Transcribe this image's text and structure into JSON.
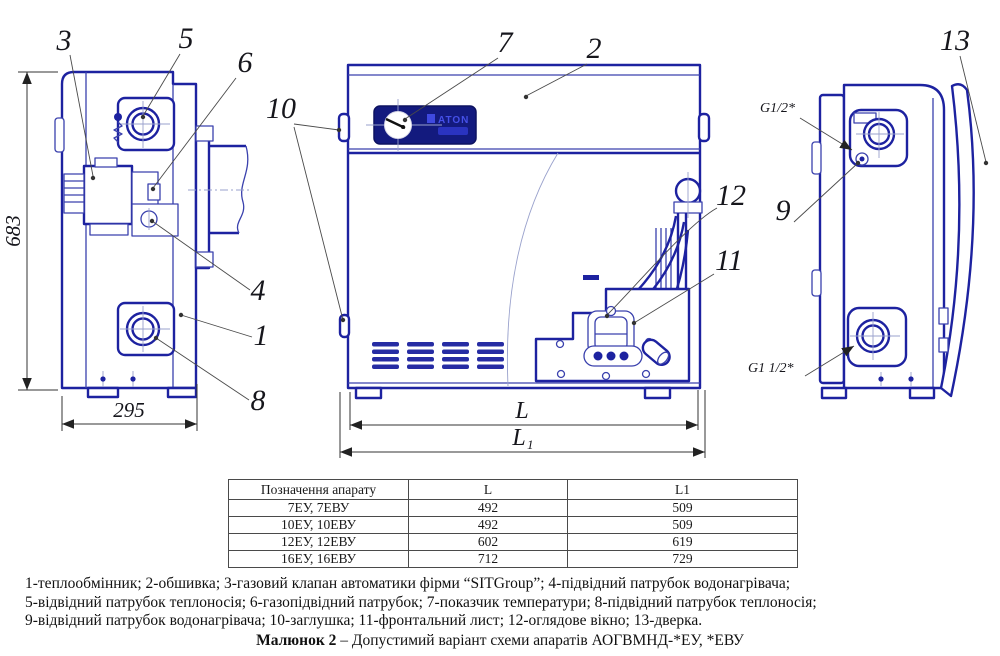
{
  "drawing": {
    "callouts": [
      "1",
      "2",
      "3",
      "4",
      "5",
      "6",
      "7",
      "8",
      "9",
      "10",
      "11",
      "12",
      "13"
    ],
    "dimensions": {
      "height": "683",
      "depth": "295",
      "length": "L",
      "length1_base": "L",
      "length1_sub": "1",
      "fitting_top": "G1/2*",
      "fitting_bottom": "G1 1/2*"
    },
    "panel": {
      "brand": "ATON"
    },
    "colors": {
      "line": "#1d22a0",
      "panel": "#131a7e",
      "callout_text": "#16161c"
    }
  },
  "table": {
    "headers": [
      "Позначення апарату",
      "L",
      "L1"
    ],
    "rows": [
      [
        "7ЕУ, 7ЕВУ",
        "492",
        "509"
      ],
      [
        "10ЕУ, 10ЕВУ",
        "492",
        "509"
      ],
      [
        "12ЕУ, 12ЕВУ",
        "602",
        "619"
      ],
      [
        "16ЕУ, 16ЕВУ",
        "712",
        "729"
      ]
    ]
  },
  "legend": {
    "line1": "1-теплообмінник; 2-обшивка; 3-газовий клапан автоматики фірми “SITGroup”; 4-підвідний патрубок водонагрівача;",
    "line2": "5-відвідний патрубок теплоносія;  6-газопідвідний патрубок; 7-показчик температури; 8-підвідний патрубок теплоносія;",
    "line3": "9-відвідний патрубок водонагрівача; 10-заглушка; 11-фронтальний лист; 12-оглядове вікно; 13-дверка.",
    "caption_bold": "Малюнок 2",
    "caption_rest": " – Допустимий  варіант схеми апаратів АОГВМНД-*ЕУ, *ЕВУ"
  }
}
